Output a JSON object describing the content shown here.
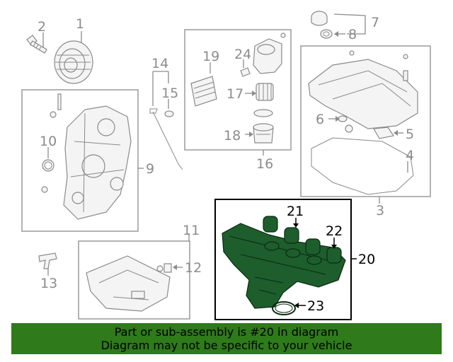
{
  "callouts": {
    "c1": "1",
    "c2": "2",
    "c3": "3",
    "c4": "4",
    "c5": "5",
    "c6": "6",
    "c7": "7",
    "c8": "8",
    "c9": "9",
    "c10": "10",
    "c11": "11",
    "c12": "12",
    "c13": "13",
    "c14": "14",
    "c15": "15",
    "c16": "16",
    "c17": "17",
    "c18": "18",
    "c19": "19",
    "c20": "20",
    "c21": "21",
    "c22": "22",
    "c23": "23",
    "c24": "24"
  },
  "banner": {
    "line1": "Part or sub-assembly is #20 in diagram",
    "line2": "Diagram may not be specific to your vehicle"
  },
  "colors": {
    "highlight_part": "#1d5e2c",
    "banner_bg": "#2f7a1a",
    "callout_gray": "#8c8c8c"
  }
}
